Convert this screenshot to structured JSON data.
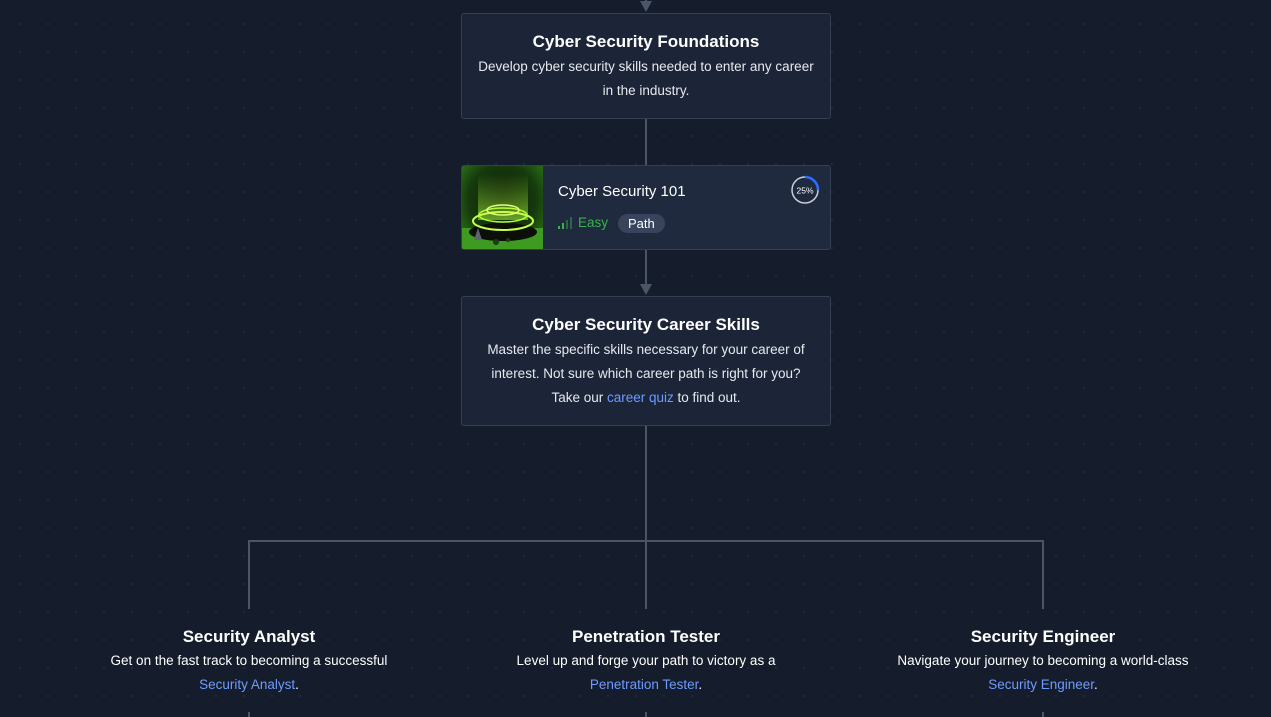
{
  "foundations": {
    "title": "Cyber Security Foundations",
    "description": "Develop cyber security skills needed to enter any career in the industry."
  },
  "module": {
    "title": "Cyber Security 101",
    "difficulty": "Easy",
    "type_badge": "Path",
    "progress_label": "25%",
    "progress_value": 0.25,
    "thumbnail_icon": "green-portal-image"
  },
  "career_skills": {
    "title": "Cyber Security Career Skills",
    "description_before": "Master the specific skills necessary for your career of interest. Not sure which career path is right for you? Take our ",
    "link_text": "career quiz",
    "description_after": " to find out."
  },
  "careers": [
    {
      "title": "Security Analyst",
      "text_before": "Get on the fast track to becoming a successful ",
      "link_text": "Security Analyst",
      "text_after": "."
    },
    {
      "title": "Penetration Tester",
      "text_before": "Level up and forge your path to victory as a ",
      "link_text": "Penetration Tester",
      "text_after": "."
    },
    {
      "title": "Security Engineer",
      "text_before": "Navigate your journey to becoming a world-class ",
      "link_text": "Security Engineer",
      "text_after": "."
    }
  ],
  "colors": {
    "background": "#151c2b",
    "card": "#1c2538",
    "connector": "#4a5566",
    "link": "#6e9bff",
    "easy": "#37b24d",
    "progress": "#2f6bff"
  }
}
